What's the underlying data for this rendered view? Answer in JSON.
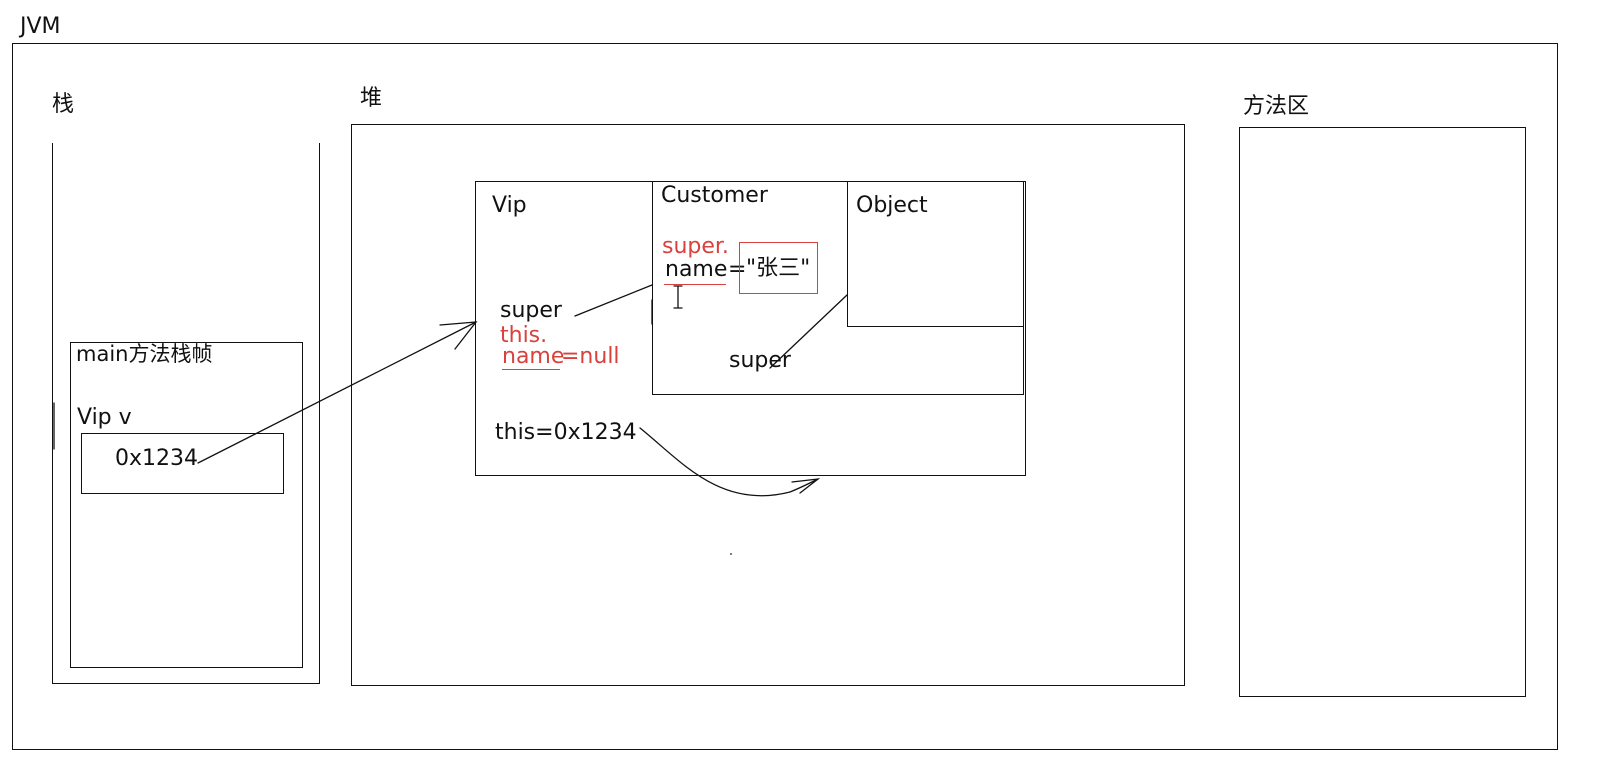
{
  "jvm": {
    "label": "JVM"
  },
  "stack": {
    "label": "栈",
    "frame": {
      "label": "main方法栈帧",
      "var_label": "Vip v",
      "var_value": "0x1234"
    }
  },
  "heap": {
    "label": "堆",
    "vip": {
      "label": "Vip",
      "super_label": "super",
      "this_prefix": "this.",
      "name_field": "name",
      "name_eq": "=null",
      "this_ref": "this=0x1234"
    },
    "customer": {
      "label": "Customer",
      "super_prefix": "super.",
      "name_field": "name",
      "name_eq": "=",
      "name_value": "\"张三\"",
      "super_label": "super"
    },
    "object": {
      "label": "Object"
    }
  },
  "method_area": {
    "label": "方法区"
  },
  "colors": {
    "ink": "#111111",
    "annotation": "#d9413c"
  }
}
